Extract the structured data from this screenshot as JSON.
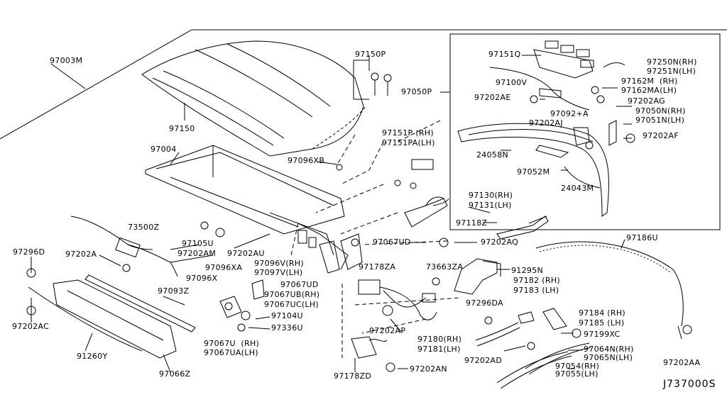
{
  "diagram": {
    "code": "J737000S",
    "labels": {
      "l97003M": "97003M",
      "l97150": "97150",
      "l97004": "97004",
      "l97150P": "97150P",
      "l97096XB": "97096XB",
      "l97151P": "97151P (RH)",
      "l97151PA": "97151PA(LH)",
      "l97050P": "97050P",
      "l97151Q": "97151Q",
      "l97100V": "97100V",
      "l97202AE": "97202AE",
      "l97250N": "97250N(RH)",
      "l97251N": "97251N(LH)",
      "l97162M": "97162M  (RH)",
      "l97162MA": "97162MA(LH)",
      "l97202AG": "97202AG",
      "l97092A": "97092+A",
      "l97050N": "97050N(RH)",
      "l97051N": "97051N(LH)",
      "l97202AJ": "97202AJ",
      "l97202AF": "97202AF",
      "l24058N": "24058N",
      "l97052M": "97052M",
      "l24043M": "24043M",
      "l97130": "97130(RH)",
      "l97131": "97131(LH)",
      "l97118Z": "97118Z",
      "l73500Z": "73500Z",
      "l97105U": "97105U",
      "l97202AM": "97202AM",
      "l97202AU": "97202AU",
      "l97067UD_a": "97067UD",
      "l97202AQ": "97202AQ",
      "l97186U": "97186U",
      "l97296D": "97296D",
      "l97202A": "97202A",
      "l97096V": "97096V(RH)",
      "l97097V": "97097V(LH)",
      "l97096XA": "97096XA",
      "l97096X": "97096X",
      "l97067UD_b": "97067UD",
      "l97067UB": "97067UB(RH)",
      "l97067UC": "97067UC(LH)",
      "l97178ZA": "97178ZA",
      "l73663ZA": "73663ZA",
      "l91295N": "91295N",
      "l97182": "97182 (RH)",
      "l97183": "97183 (LH)",
      "l97093Z": "97093Z",
      "l97104U": "97104U",
      "l97336U": "97336U",
      "l97296DA": "97296DA",
      "l97184": "97184 (RH)",
      "l97185": "97185 (LH)",
      "l97199XC": "97199XC",
      "l97202AC": "97202AC",
      "l97067U": "97067U  (RH)",
      "l97067UA": "97067UA(LH)",
      "l97202AP": "97202AP",
      "l97180": "97180(RH)",
      "l97181": "97181(LH)",
      "l97064N": "97064N(RH)",
      "l97065N": "97065N(LH)",
      "l97202AA": "97202AA",
      "l91260Y": "91260Y",
      "l97066Z": "97066Z",
      "l97178ZD": "97178ZD",
      "l97202AN": "97202AN",
      "l97202AD": "97202AD",
      "l97054": "97054(RH)",
      "l97055": "97055(LH)"
    }
  }
}
